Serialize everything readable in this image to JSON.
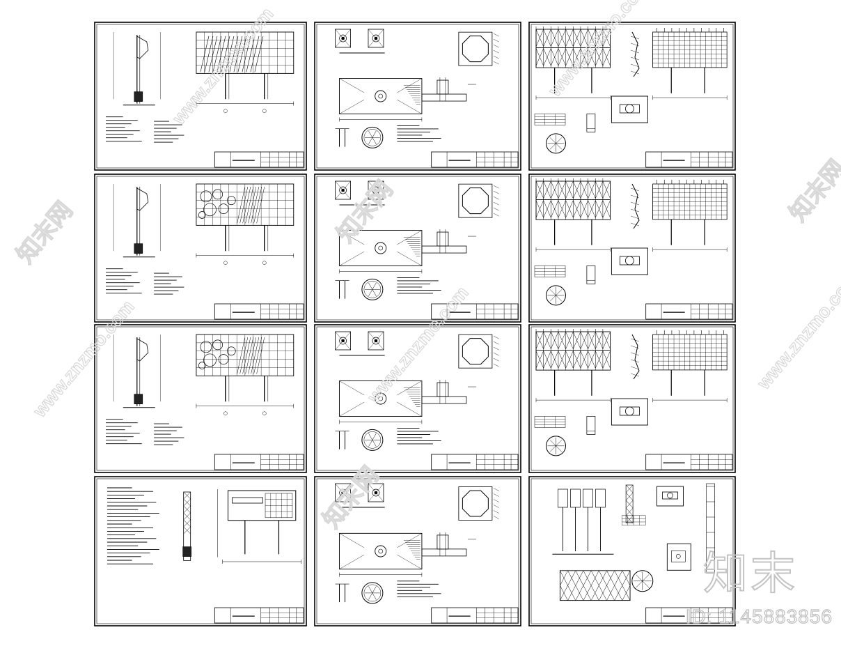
{
  "watermark": {
    "site_text": "www.znzmo.com",
    "brand_cn": "知末网"
  },
  "logo": {
    "brand_text": "知末",
    "image_id": "ID: 1145883856"
  },
  "colors": {
    "line": "#000000",
    "paper": "#ffffff",
    "watermark": "#d0d0d0"
  },
  "sheets": [
    {
      "kind": "elevation-a",
      "fill_pattern": "hatch"
    },
    {
      "kind": "foundation"
    },
    {
      "kind": "truss"
    },
    {
      "kind": "elevation-a",
      "fill_pattern": "circles"
    },
    {
      "kind": "foundation"
    },
    {
      "kind": "truss"
    },
    {
      "kind": "elevation-a",
      "fill_pattern": "circles"
    },
    {
      "kind": "foundation"
    },
    {
      "kind": "truss"
    },
    {
      "kind": "elevation-b"
    },
    {
      "kind": "foundation"
    },
    {
      "kind": "detail"
    }
  ]
}
